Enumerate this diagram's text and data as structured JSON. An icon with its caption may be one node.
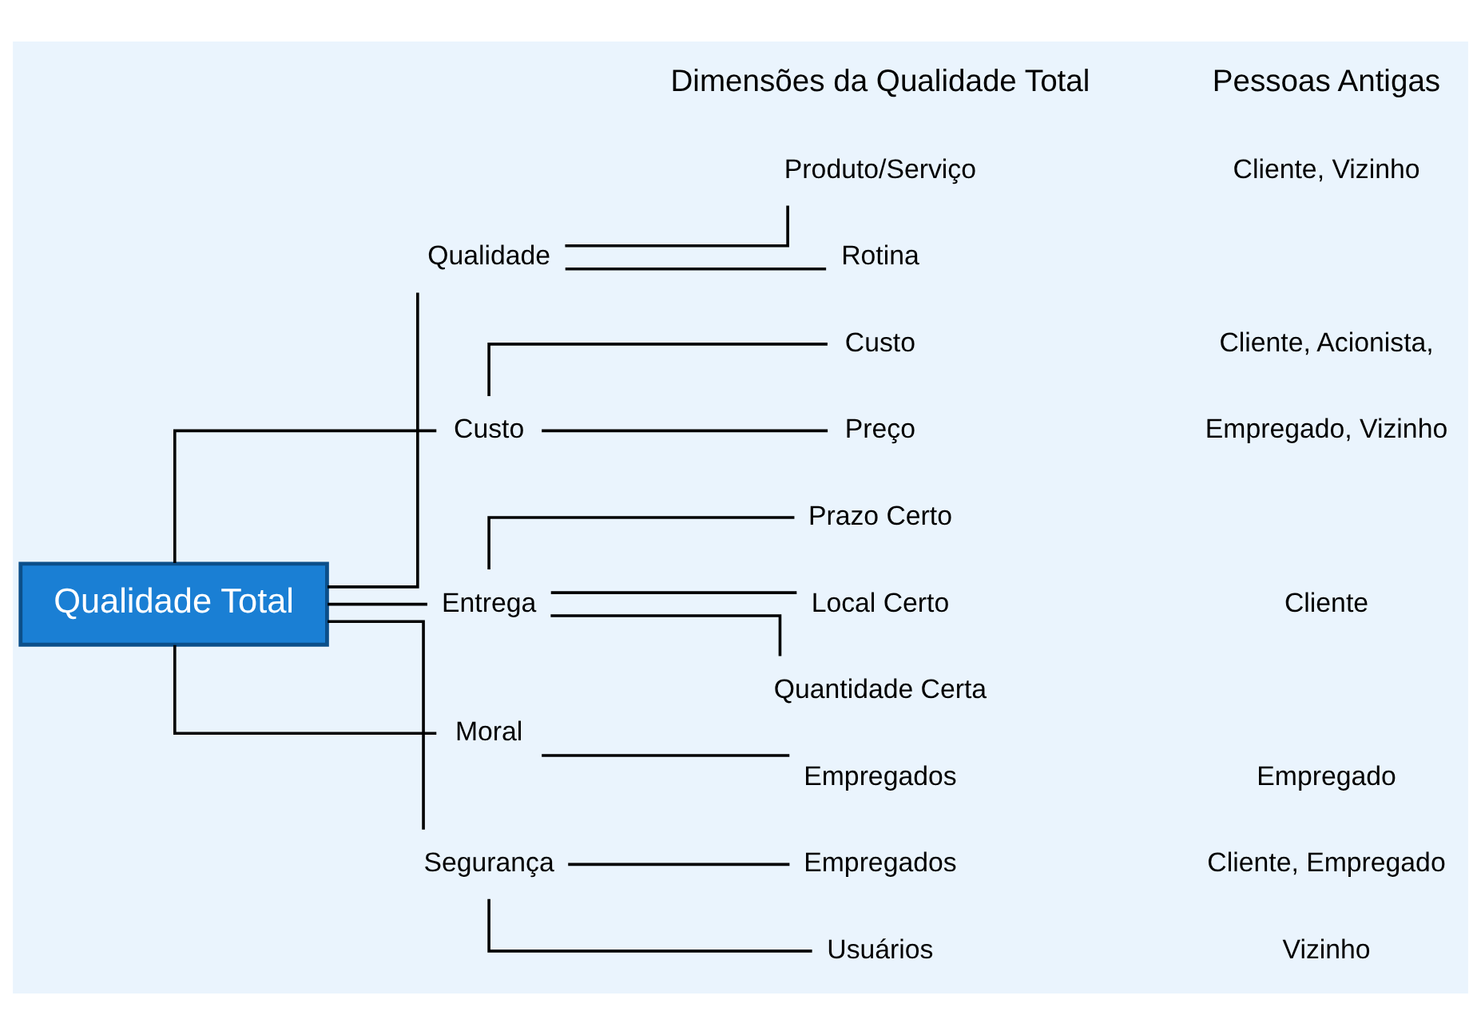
{
  "diagram": {
    "nodes": [
      {
        "text": [
          "Qualidade Total"
        ]
      },
      {
        "text": [
          "Qualidade"
        ]
      },
      {
        "text": [
          "Produto/Serviço"
        ]
      },
      {
        "text": [
          "Rotina"
        ]
      },
      {
        "text": [
          "Custo"
        ]
      },
      {
        "text": [
          "Custo"
        ]
      },
      {
        "text": [
          "Preço"
        ]
      },
      {
        "text": [
          "Entrega"
        ]
      },
      {
        "text": [
          "Prazo Certo"
        ]
      },
      {
        "text": [
          "Local Certo"
        ]
      },
      {
        "text": [
          "Quantidade Certa"
        ]
      },
      {
        "text": [
          "Moral"
        ]
      },
      {
        "text": [
          "Empregados"
        ]
      },
      {
        "text": [
          "Segurança"
        ]
      },
      {
        "text": [
          "Empregados"
        ]
      },
      {
        "text": [
          "Usuários"
        ]
      }
    ],
    "edges": [
      {
        "from": 0,
        "to": 1,
        "arrow": "none"
      },
      {
        "from": 0,
        "to": 4,
        "arrow": "none"
      },
      {
        "from": 0,
        "to": 7,
        "arrow": "none"
      },
      {
        "from": 0,
        "to": 11,
        "arrow": "none"
      },
      {
        "from": 0,
        "to": 13,
        "arrow": "none"
      },
      {
        "from": 1,
        "to": 2,
        "arrow": "none"
      },
      {
        "from": 1,
        "to": 3,
        "arrow": "none"
      },
      {
        "from": 4,
        "to": 5,
        "arrow": "none"
      },
      {
        "from": 4,
        "to": 6,
        "arrow": "none"
      },
      {
        "from": 7,
        "to": 8,
        "arrow": "none"
      },
      {
        "from": 7,
        "to": 9,
        "arrow": "none"
      },
      {
        "from": 7,
        "to": 10,
        "arrow": "none"
      },
      {
        "from": 11,
        "to": 12,
        "arrow": "none"
      },
      {
        "from": 13,
        "to": 14,
        "arrow": "none"
      },
      {
        "from": 13,
        "to": 15,
        "arrow": "none"
      }
    ],
    "labels": [
      "Dimensões da Qualidade Total",
      "Pessoas Antigas",
      "Cliente, Vizinho",
      "Cliente, Acionista,",
      "Empregado, Vizinho",
      "Cliente",
      "Empregado",
      "Cliente, Empregado",
      "Vizinho"
    ]
  }
}
